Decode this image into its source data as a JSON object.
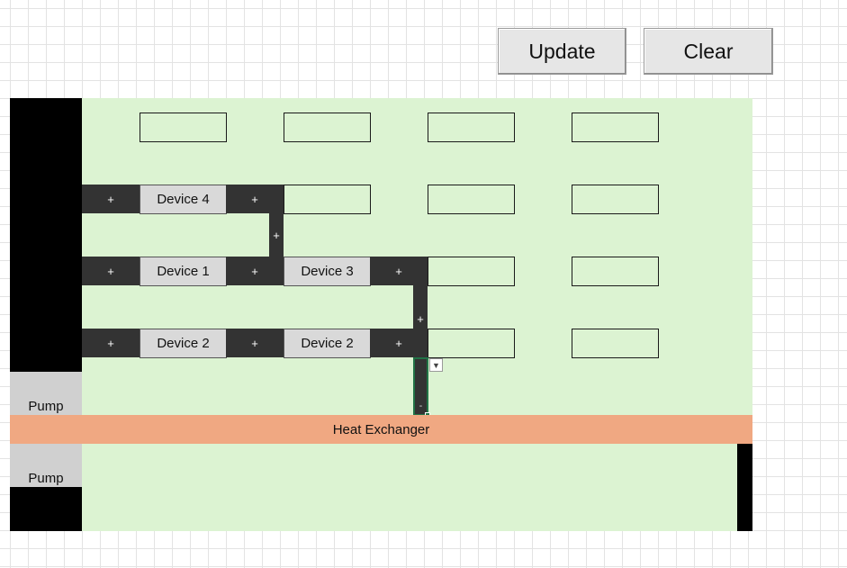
{
  "buttons": {
    "update": "Update",
    "clear": "Clear"
  },
  "devices": {
    "row1": "Device 4",
    "row2_a": "Device 1",
    "row2_b": "Device 3",
    "row3_a": "Device 2",
    "row3_b": "Device 2"
  },
  "pumps": {
    "top": "Pump",
    "bottom": "Pump"
  },
  "heat_exchanger": "Heat Exchanger",
  "connector_symbol": "+",
  "dropdown_icon": "chevron-down-icon",
  "colors": {
    "panel": "#dcf3d2",
    "pipe": "#333333",
    "heat_exchanger": "#f0a882",
    "pump": "#d0d0d0",
    "device": "#d9d9d9",
    "selection": "#217346"
  }
}
